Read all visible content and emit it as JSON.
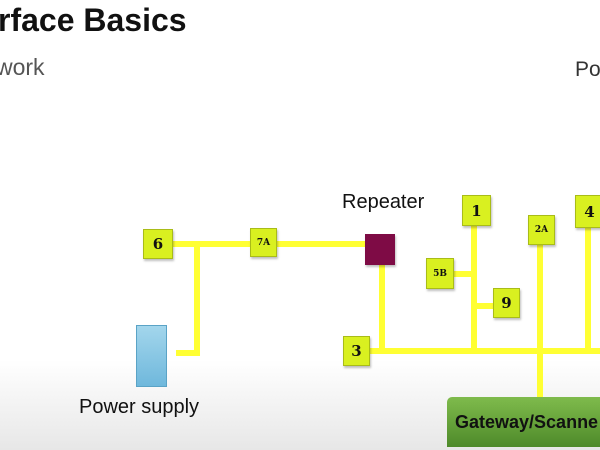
{
  "slide": {
    "title": "rface Basics",
    "subtitle": "work",
    "corner_text": "Po"
  },
  "diagram": {
    "repeater_label": "Repeater",
    "power_supply_label": "Power supply",
    "gateway_label": "Gateway/Scanne",
    "nodes": {
      "n6": "6",
      "n7a": "7A",
      "n1": "1",
      "n2a": "2A",
      "n4": "4",
      "n5b": "5B",
      "n9": "9",
      "n3": "3"
    },
    "colors": {
      "wire": "#ffff33",
      "node": "#d9f020",
      "repeater": "#7e0b45",
      "power_supply": "#7fc4e3",
      "gateway": "#5f9e36"
    }
  }
}
